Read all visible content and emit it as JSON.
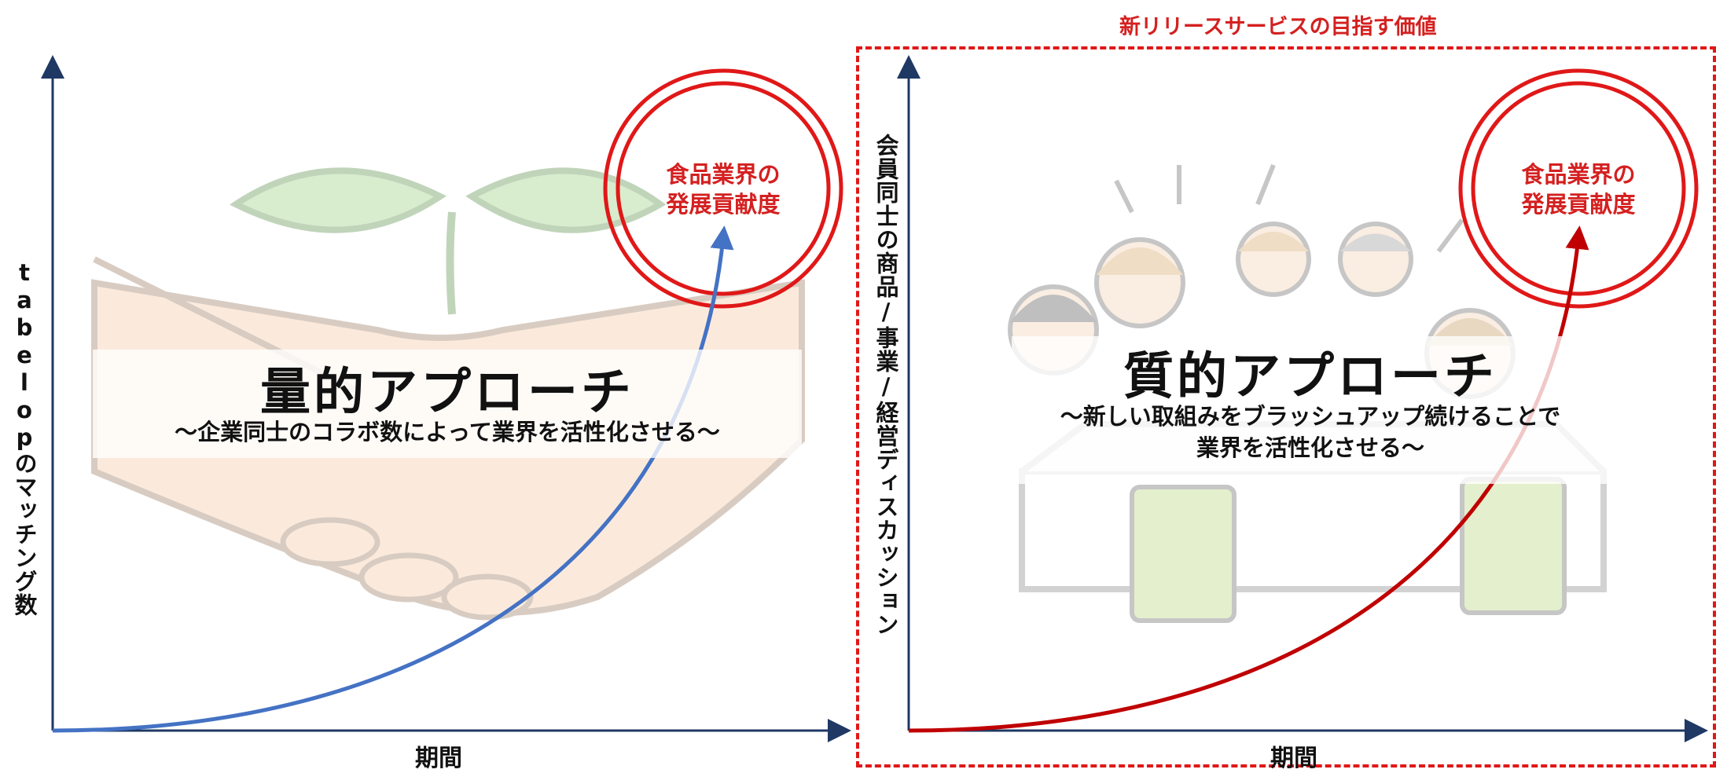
{
  "header": {
    "label": "新リリースサービスの目指す価値"
  },
  "left_panel": {
    "title": "量的アプローチ",
    "subtitle": "〜企業同士のコラボ数によって業界を活性化させる〜",
    "y_axis_label": "tabelopのマッチング数",
    "x_axis_label": "期間",
    "goal_label_line1": "食品業界の",
    "goal_label_line2": "発展貢献度",
    "curve_color": "#4472c4",
    "illustration": "handshake-with-sprout"
  },
  "right_panel": {
    "title": "質的アプローチ",
    "subtitle_line1": "〜新しい取組みをブラッシュアップ続けることで",
    "subtitle_line2": "業界を活性化させる〜",
    "y_axis_label": "会員同士の商品/事業/経営ディスカッション",
    "x_axis_label": "期間",
    "goal_label_line1": "食品業界の",
    "goal_label_line2": "発展貢献度",
    "curve_color": "#c00000",
    "illustration": "team-discussion"
  },
  "colors": {
    "accent_red": "#e01818",
    "axis_navy": "#1f3864",
    "blue_curve": "#4472c4",
    "red_curve": "#c00000"
  }
}
